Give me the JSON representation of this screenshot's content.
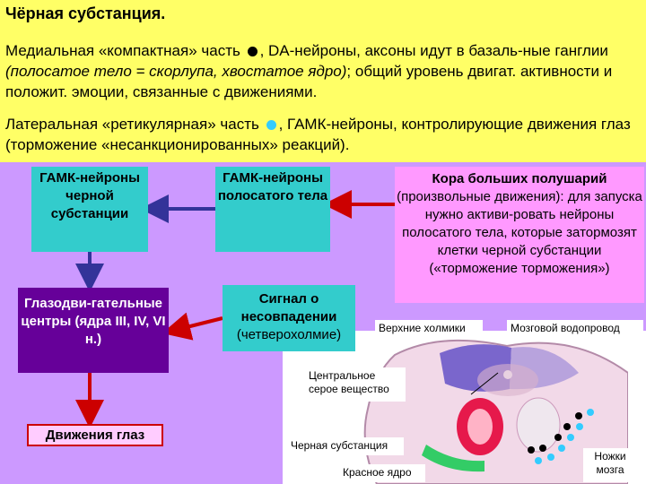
{
  "title": "Чёрная субстанция.",
  "paragraph1": {
    "before_dot": "Медиальная «компактная» часть",
    "after_dot": ", DA-нейроны, аксоны идут в базаль-ные ганглии",
    "italic": "(полосатое тело = скорлупа, хвостатое ядро)",
    "rest": "; общий уровень двигат. активности и положит. эмоции, связанные с движениями.",
    "dot_color": "#000000"
  },
  "paragraph2": {
    "before_dot": "Латеральная «ретикулярная» часть",
    "after_dot": ", ГАМК-нейроны, контролирующие движения глаз (торможение «несанкционированных» реакций).",
    "dot_color": "#33ccff"
  },
  "boxes": {
    "gaba_sn": "ГАМК-нейроны черной субстанции",
    "gaba_striatum": "ГАМК-нейроны полосатого тела",
    "cortex_title": "Кора больших полушарий",
    "cortex_text": "(произвольные движения): для запуска нужно активи-ровать нейроны полосатого тела, которые затормозят клетки черной субстанции («торможение торможения»)",
    "gaze_centers": "Глазодви-гательные центры (ядра III, IV, VI н.)",
    "mismatch_title": "Сигнал о несовпадении",
    "mismatch_sub": "(четверохолмие)",
    "eye_movements": "Движения глаз"
  },
  "labels": {
    "superior_colliculi": "Верхние холмики",
    "aqueduct": "Мозговой водопровод",
    "central_gray": "Центральное серое вещество",
    "substantia_nigra": "Черная субстанция",
    "red_nucleus": "Красное ядро",
    "cerebral_peduncles": "Ножки мозга"
  },
  "colors": {
    "top_background": "#ffff66",
    "diagram_background": "#cc99ff",
    "teal_box": "#33cccc",
    "pink_box": "#ff99ff",
    "purple_box": "#660099",
    "arrow_red": "#cc0000",
    "arrow_blue": "#333399"
  }
}
